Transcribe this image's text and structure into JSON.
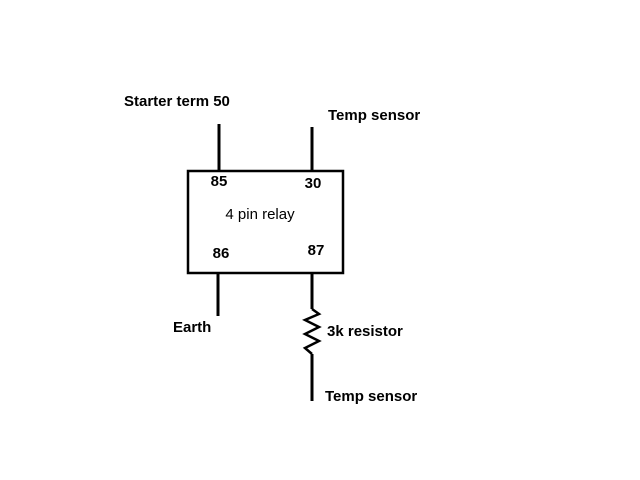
{
  "diagram": {
    "relay": {
      "title": "4 pin relay",
      "pins": {
        "p85": "85",
        "p30": "30",
        "p86": "86",
        "p87": "87"
      }
    },
    "labels": {
      "starter": "Starter term 50",
      "temp_sensor_top": "Temp sensor",
      "earth": "Earth",
      "resistor": "3k resistor",
      "temp_sensor_bottom": "Temp sensor"
    }
  }
}
